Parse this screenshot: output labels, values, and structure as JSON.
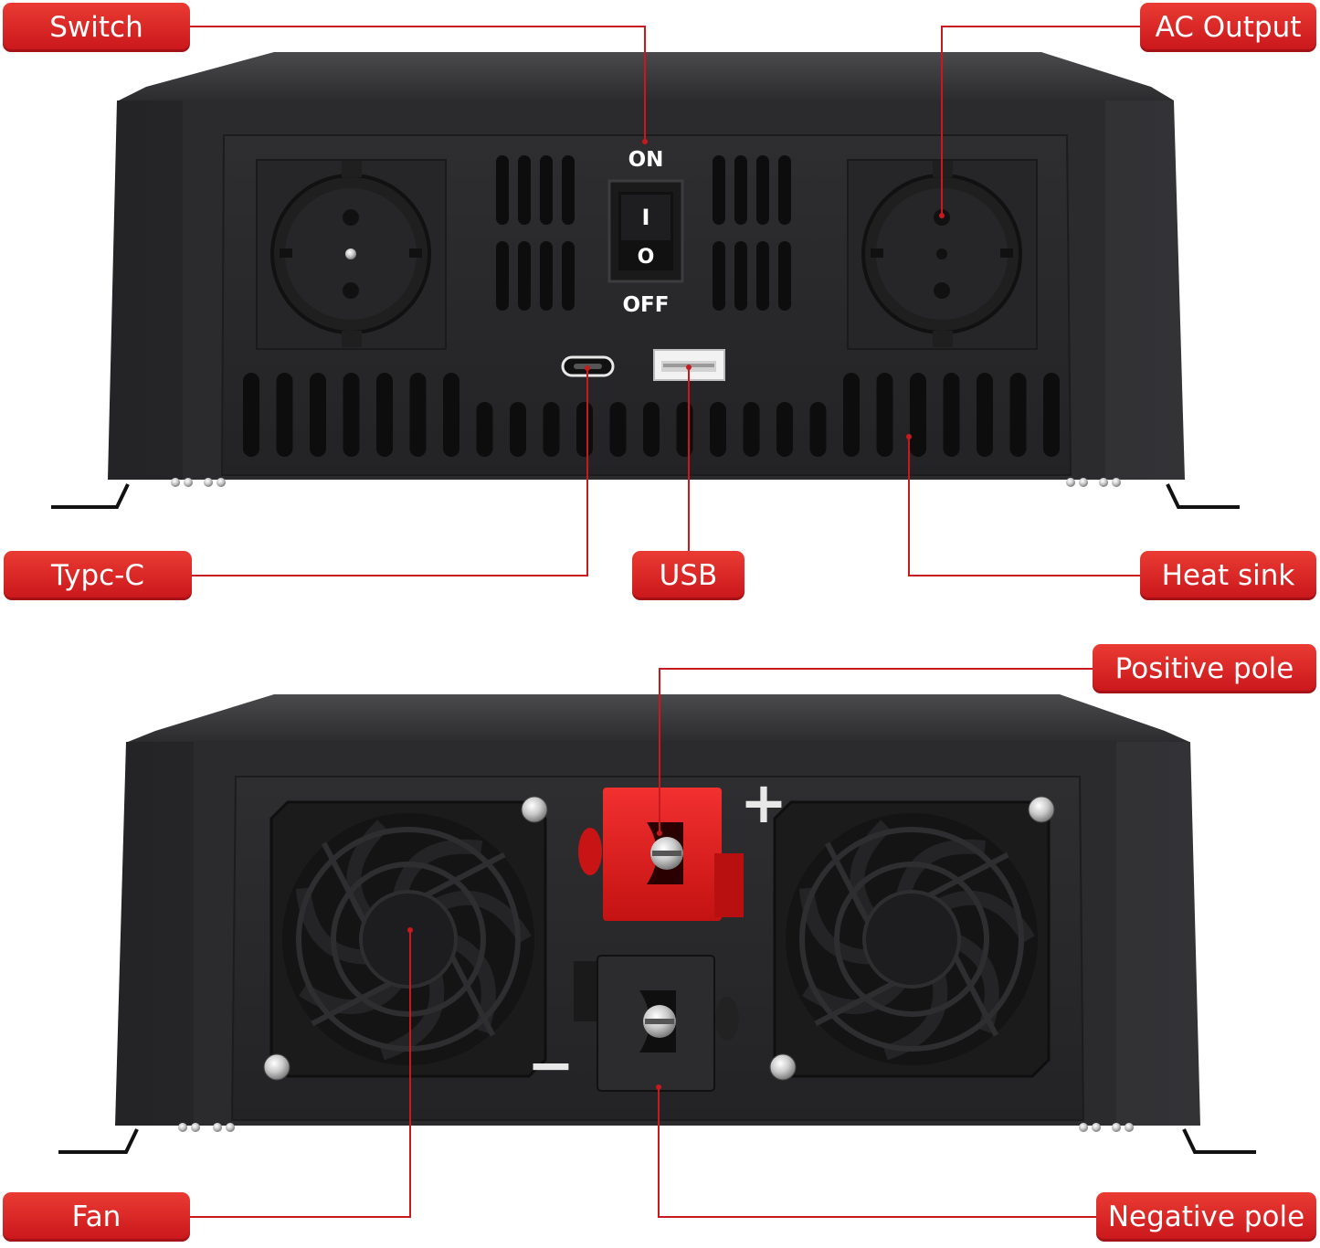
{
  "labels": {
    "switch": "Switch",
    "ac_output": "AC Output",
    "type_c": "Typc-C",
    "usb": "USB",
    "heat_sink": "Heat sink",
    "positive_pole": "Positive pole",
    "fan": "Fan",
    "negative_pole": "Negative pole"
  },
  "switch_marks": {
    "on": "ON",
    "off": "OFF",
    "on_symbol": "I",
    "off_symbol": "O"
  },
  "pole_marks": {
    "plus": "+",
    "minus": "−"
  },
  "colors": {
    "callout_red": "#d42024",
    "leader_line": "#c8191e",
    "housing_dark": "#2a2a2c",
    "terminal_red": "#e11a1a"
  },
  "icons": {
    "socket": "schuko-socket-icon",
    "fan": "cooling-fan-icon",
    "screw": "screw-icon"
  }
}
